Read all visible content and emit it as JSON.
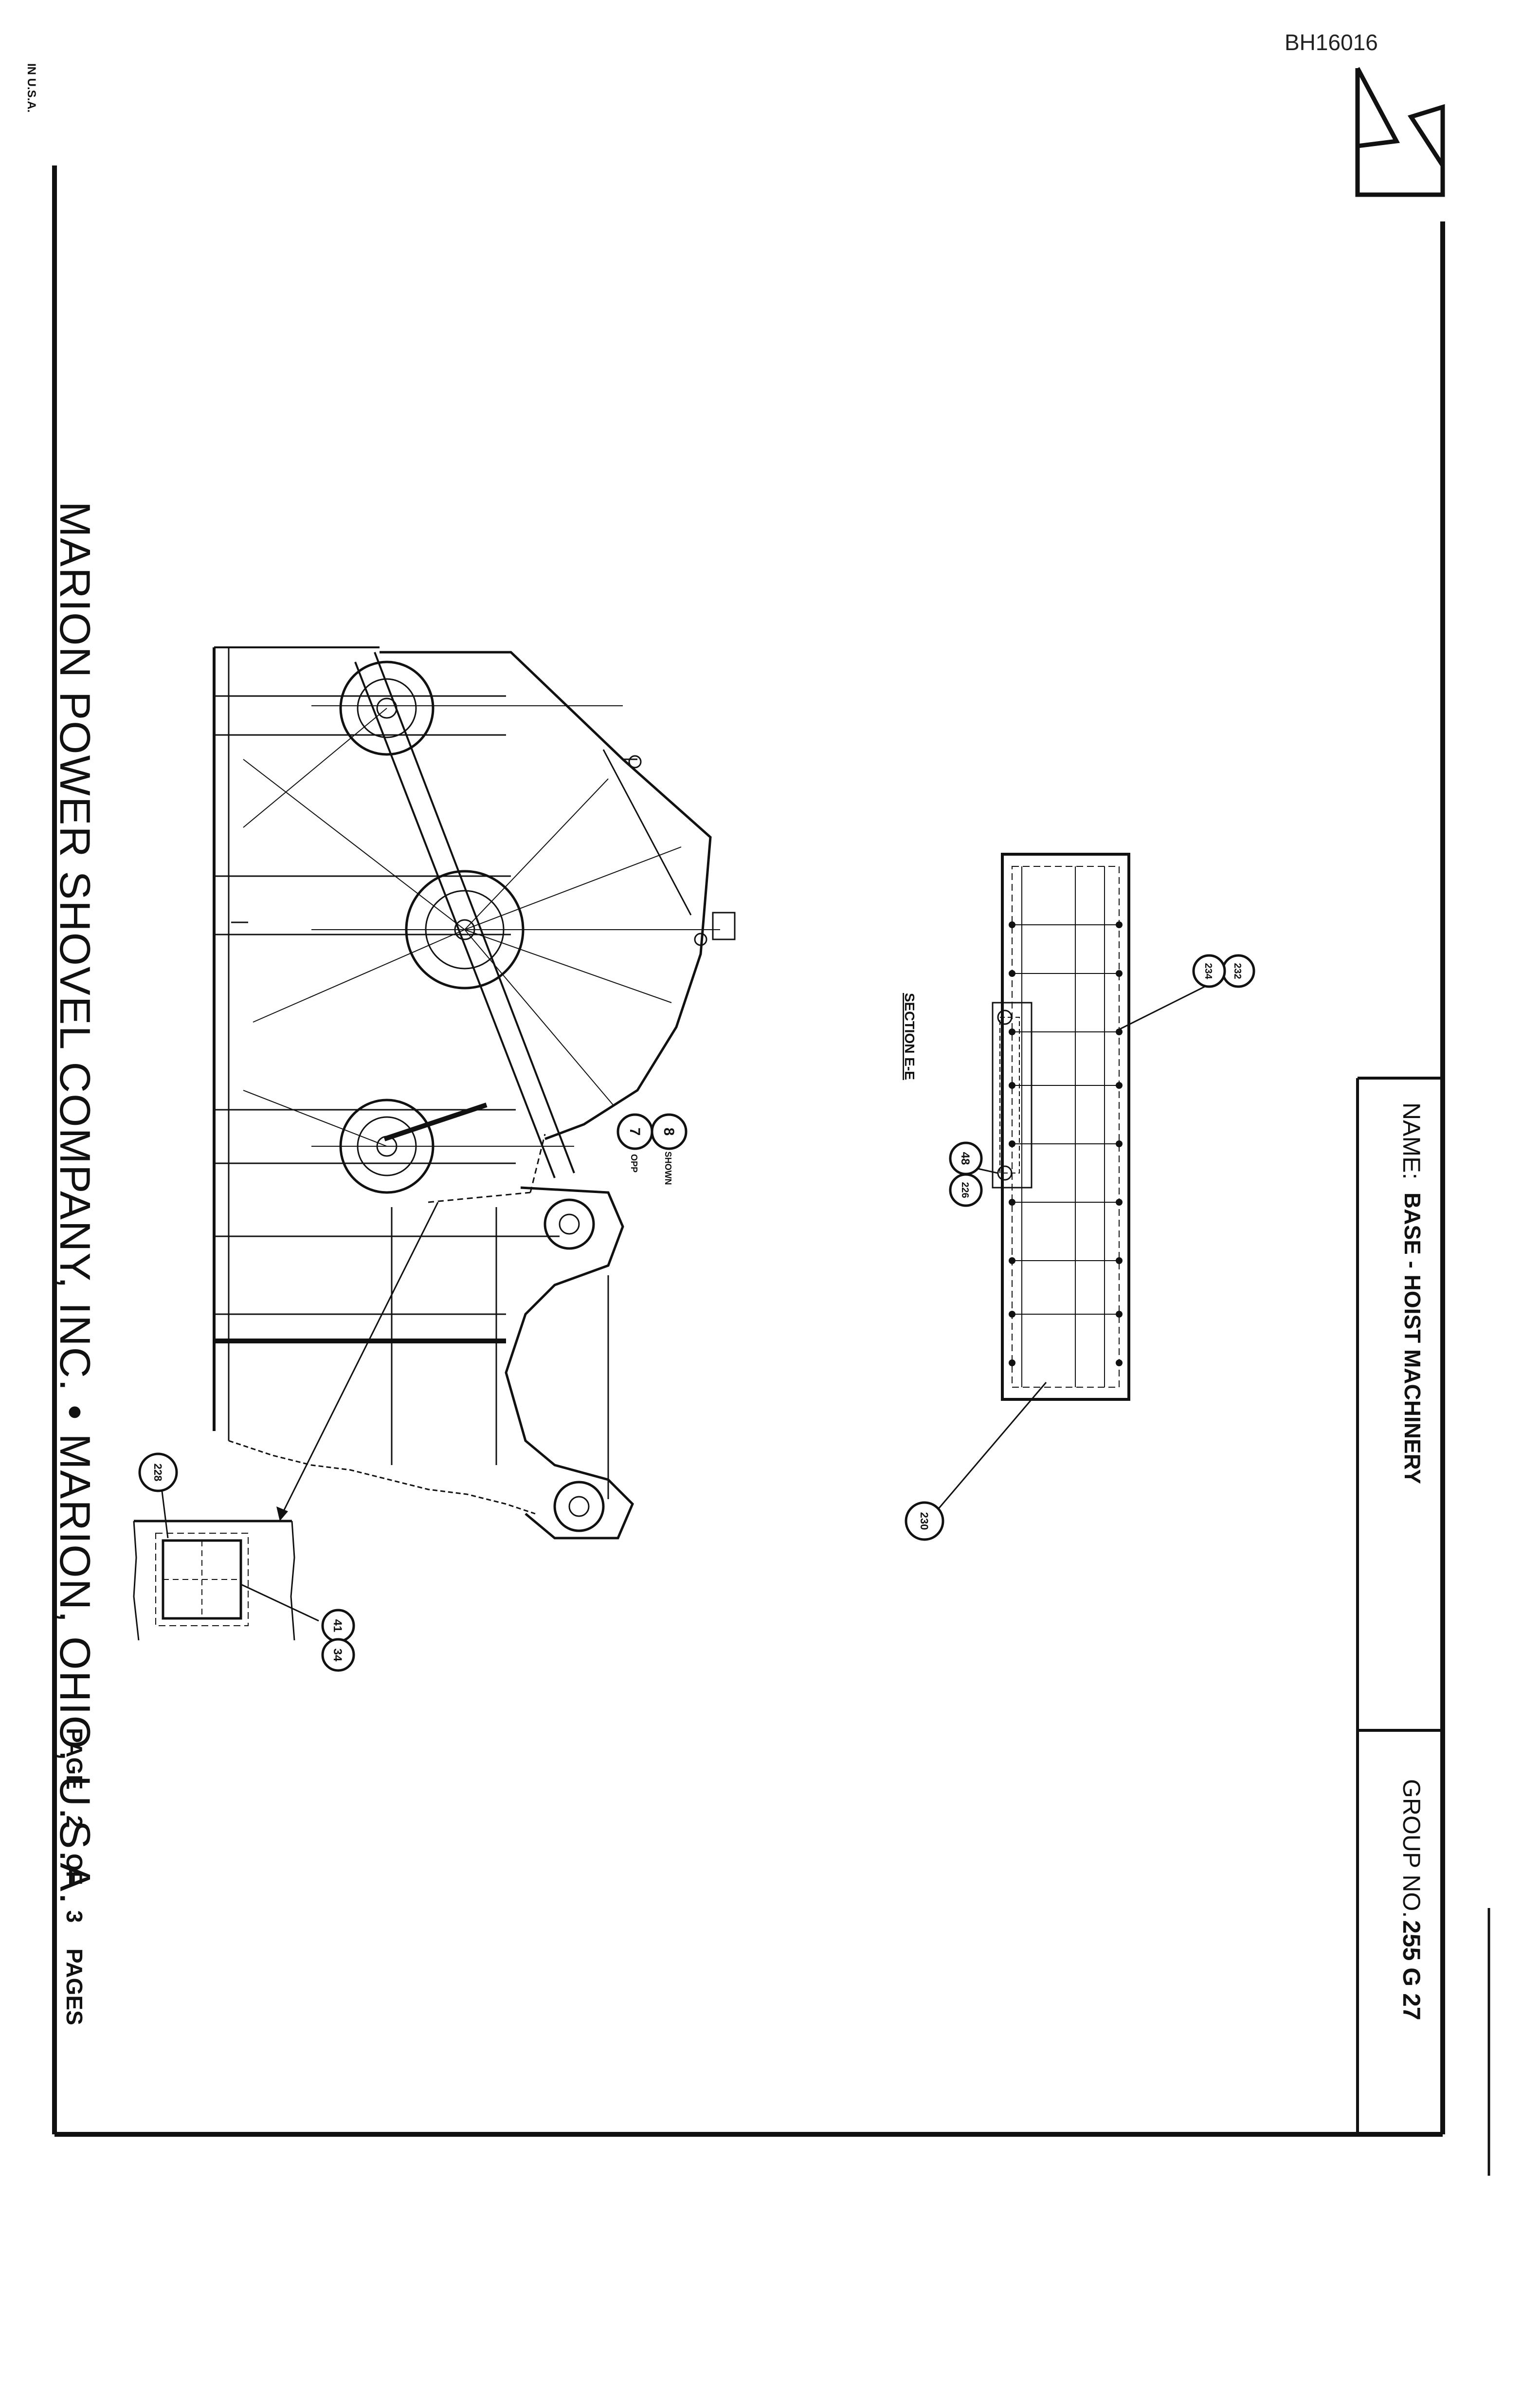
{
  "header": {
    "doc_id": "BH16016",
    "edge_note": "IN U.S.A."
  },
  "title_block": {
    "name_label": "NAME:",
    "name_value": "BASE - HOIST MACHINERY",
    "group_label": "GROUP NO.",
    "group_value": "255 G 27"
  },
  "footer": {
    "company": "MARION POWER SHOVEL COMPANY, INC. • MARION, OHIO, U.S.A.",
    "page_label": "PAGE",
    "page_num": "2",
    "of_label": "OF",
    "page_total": "3",
    "pages_label": "PAGES"
  },
  "drawing": {
    "section_label": "SECTION E-E",
    "callouts": {
      "c8": "8",
      "c8_note": "SHOWN",
      "c7": "7",
      "c7_note": "OPP",
      "c48": "48",
      "c226": "226",
      "c232": "232",
      "c234": "234",
      "c230": "230",
      "c228": "228",
      "c41": "41",
      "c34": "34"
    }
  },
  "colors": {
    "ink": "#111111",
    "paper": "#ffffff"
  }
}
